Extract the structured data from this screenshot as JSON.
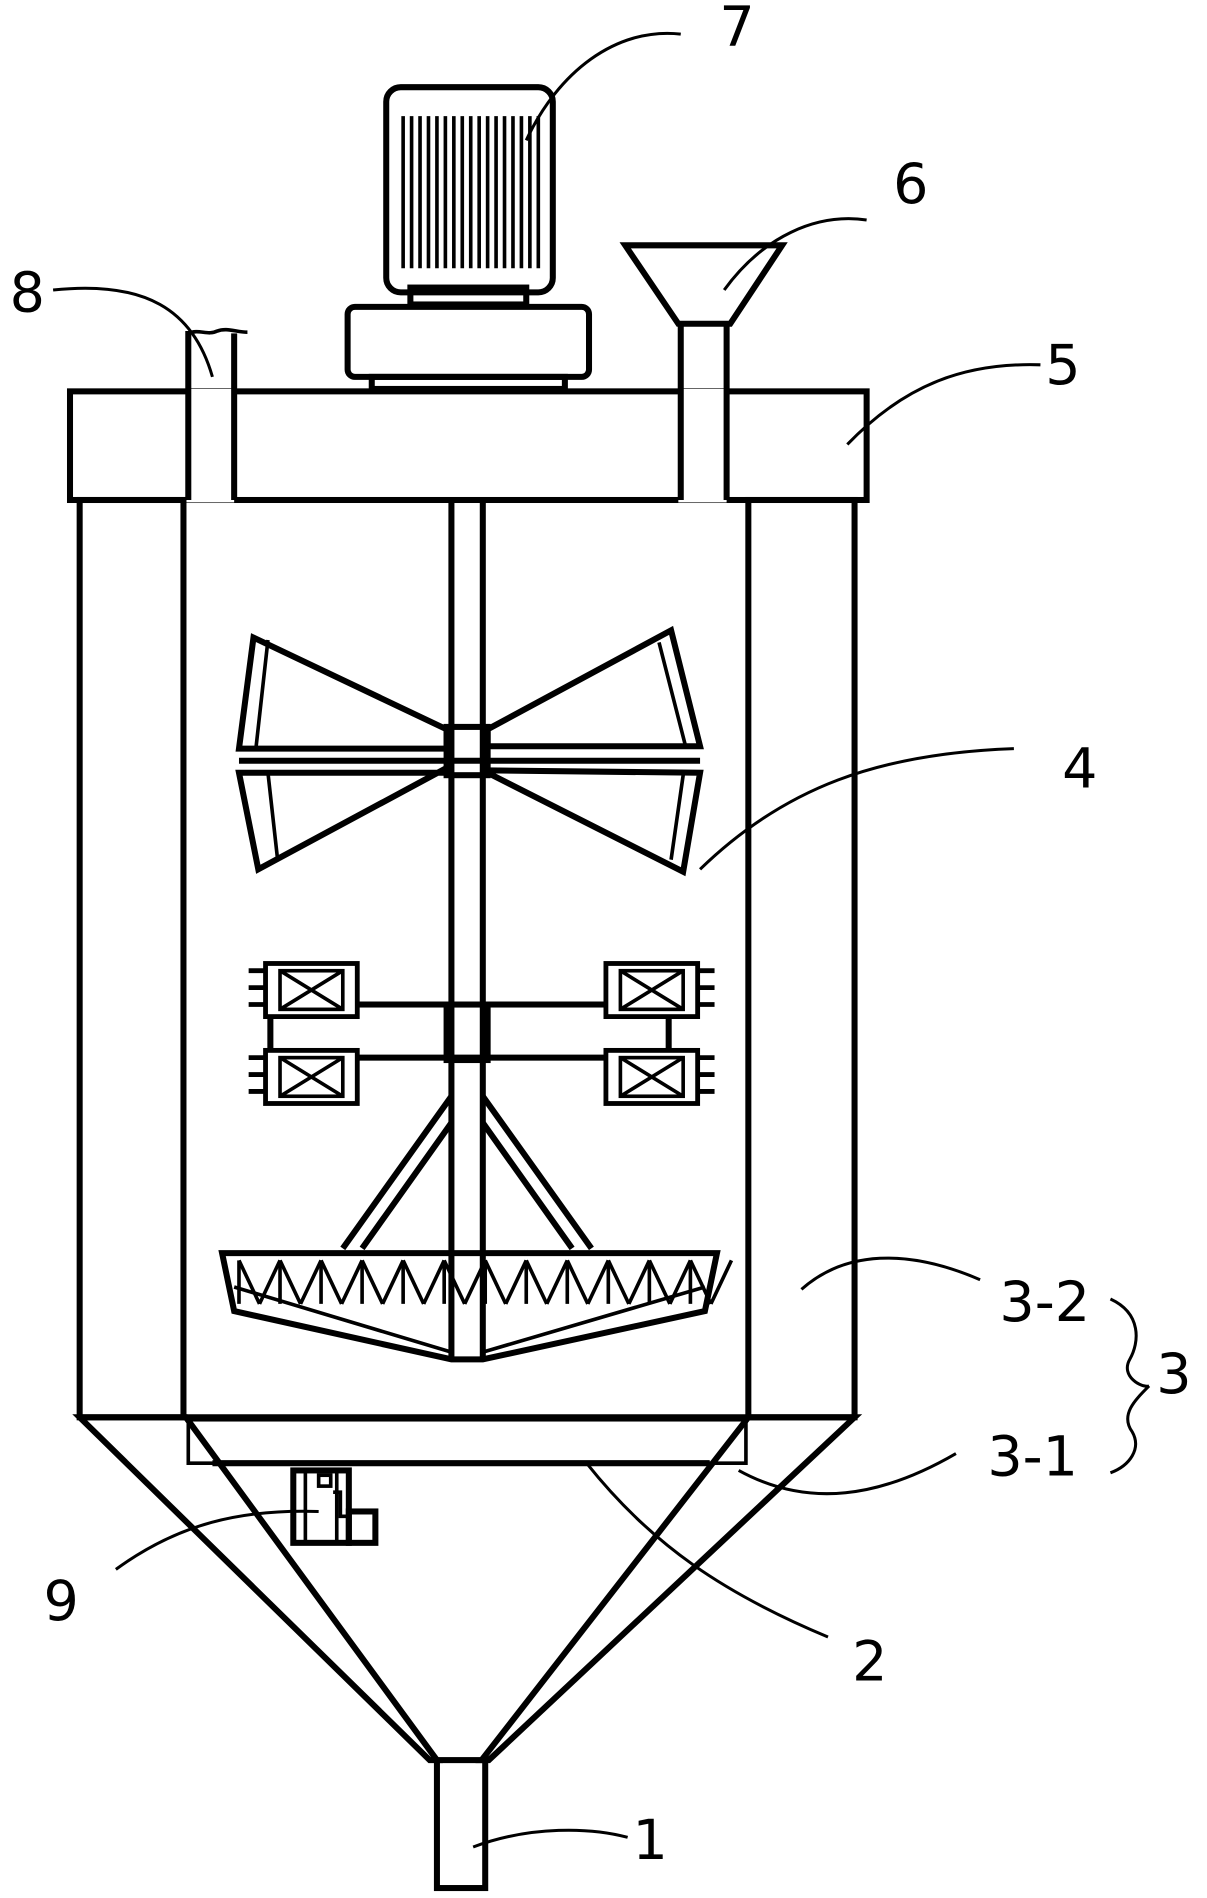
{
  "labels": {
    "l1": "1",
    "l2": "2",
    "l3": "3",
    "l3_1": "3-1",
    "l3_2": "3-2",
    "l4": "4",
    "l5": "5",
    "l6": "6",
    "l7": "7",
    "l8": "8",
    "l9": "9"
  }
}
